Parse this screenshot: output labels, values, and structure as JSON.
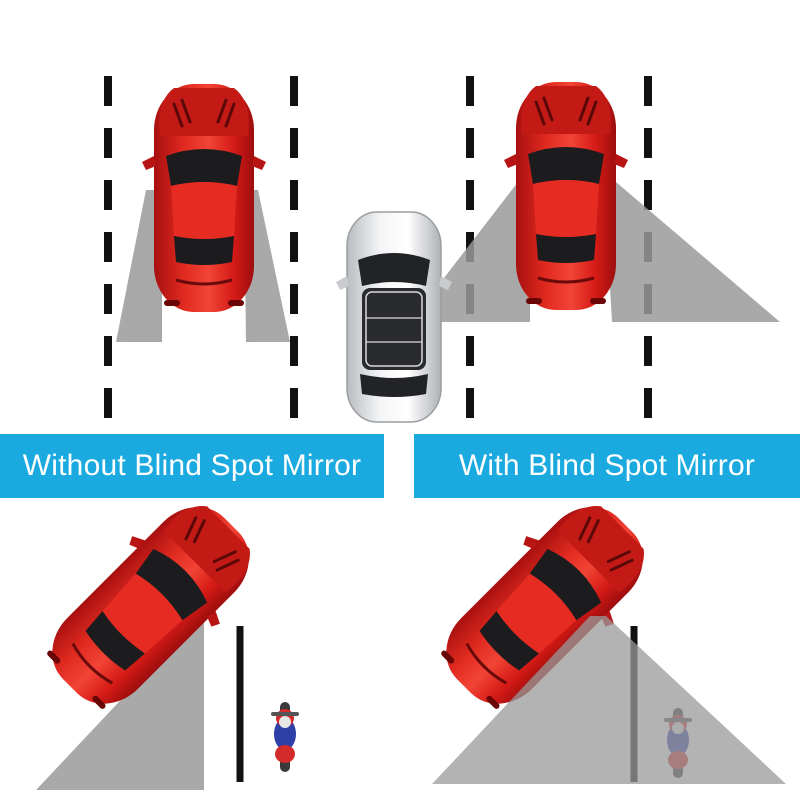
{
  "labels": {
    "without": "Without Blind Spot Mirror",
    "with": "With Blind Spot Mirror"
  },
  "colors": {
    "banner": "#1aaae0",
    "banner_text": "#ffffff",
    "car_red": "#d81f1f",
    "car_white": "#e8e8e8",
    "blind_zone": "#9a9a9a",
    "lane_marking": "#111111"
  },
  "icons": [
    "red-sports-car",
    "white-suv",
    "motorcycle-rider"
  ]
}
